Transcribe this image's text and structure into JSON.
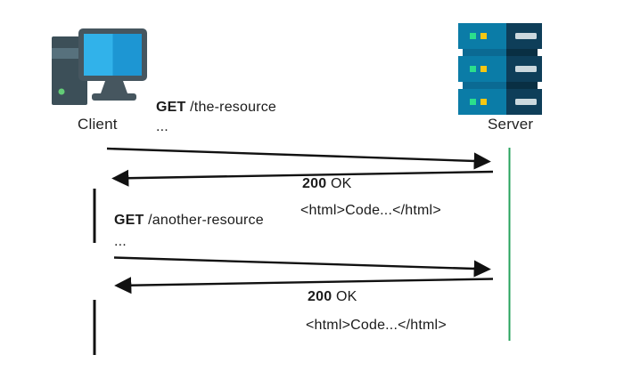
{
  "client": {
    "label": "Client"
  },
  "server": {
    "label": "Server"
  },
  "exchanges": [
    {
      "request": {
        "method": "GET",
        "path": "/the-resource",
        "continuation": "..."
      },
      "response": {
        "status": "200",
        "reason": "OK",
        "body": "<html>Code...</html>"
      }
    },
    {
      "request": {
        "method": "GET",
        "path": "/another-resource",
        "continuation": "..."
      },
      "response": {
        "status": "200",
        "reason": "OK",
        "body": "<html>Code...</html>"
      }
    }
  ],
  "colors": {
    "arrow": "#111111",
    "client_activation": "#111111",
    "server_lifeline": "#27a35c",
    "tower_body": "#3c4f58",
    "tower_band": "#57717d",
    "tower_led": "#63cc77",
    "monitor_frame": "#46565f",
    "monitor_screen_left": "#31b2ea",
    "monitor_screen_right": "#1d96d3",
    "server_unit_left": "#0b7ca7",
    "server_unit_right": "#0e3e59",
    "server_connector_left": "#0b6a93",
    "server_connector_right": "#092f43",
    "server_led_green": "#2bdf8c",
    "server_led_yellow": "#f5c712",
    "server_slot": "#cbd8de"
  }
}
